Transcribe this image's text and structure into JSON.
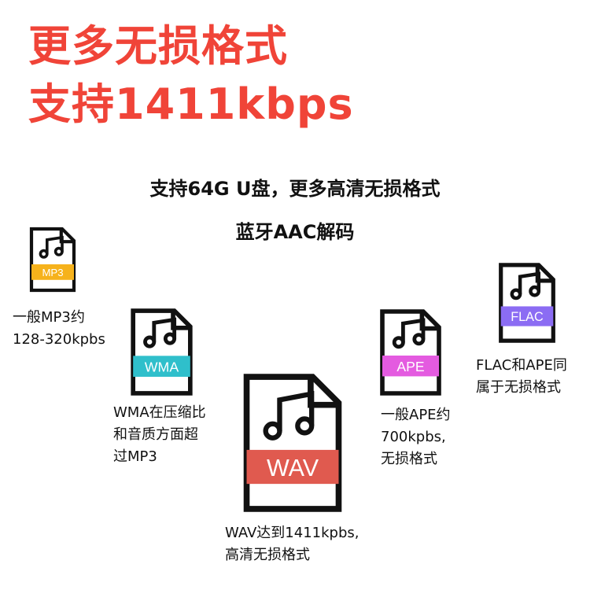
{
  "headline": {
    "line1": "更多无损格式",
    "line2": "支持1411kbps"
  },
  "subtitle": {
    "line1": "支持64G U盘，更多高清无损格式",
    "line2": "蓝牙AAC解码"
  },
  "colors": {
    "headline": "#f04438",
    "icon_stroke": "#111111",
    "mp3": "#f6b21b",
    "wma": "#2fbfcb",
    "wav": "#e05a4f",
    "ape": "#e45be0",
    "flac": "#8b6cf3"
  },
  "formats": [
    {
      "id": "mp3",
      "label": "MP3",
      "icon": "music-file-icon",
      "color": "#f6b21b",
      "description": "一般MP3约\n128-320kpbs"
    },
    {
      "id": "wma",
      "label": "WMA",
      "icon": "music-file-icon",
      "color": "#2fbfcb",
      "description": "WMA在压缩比\n和音质方面超\n过MP3"
    },
    {
      "id": "wav",
      "label": "WAV",
      "icon": "music-file-icon",
      "color": "#e05a4f",
      "description": "WAV达到1411kpbs,\n高清无损格式"
    },
    {
      "id": "ape",
      "label": "APE",
      "icon": "music-file-icon",
      "color": "#e45be0",
      "description": "一般APE约\n700kpbs,\n无损格式"
    },
    {
      "id": "flac",
      "label": "FLAC",
      "icon": "music-file-icon",
      "color": "#8b6cf3",
      "description": "FLAC和APE同\n属于无损格式"
    }
  ]
}
